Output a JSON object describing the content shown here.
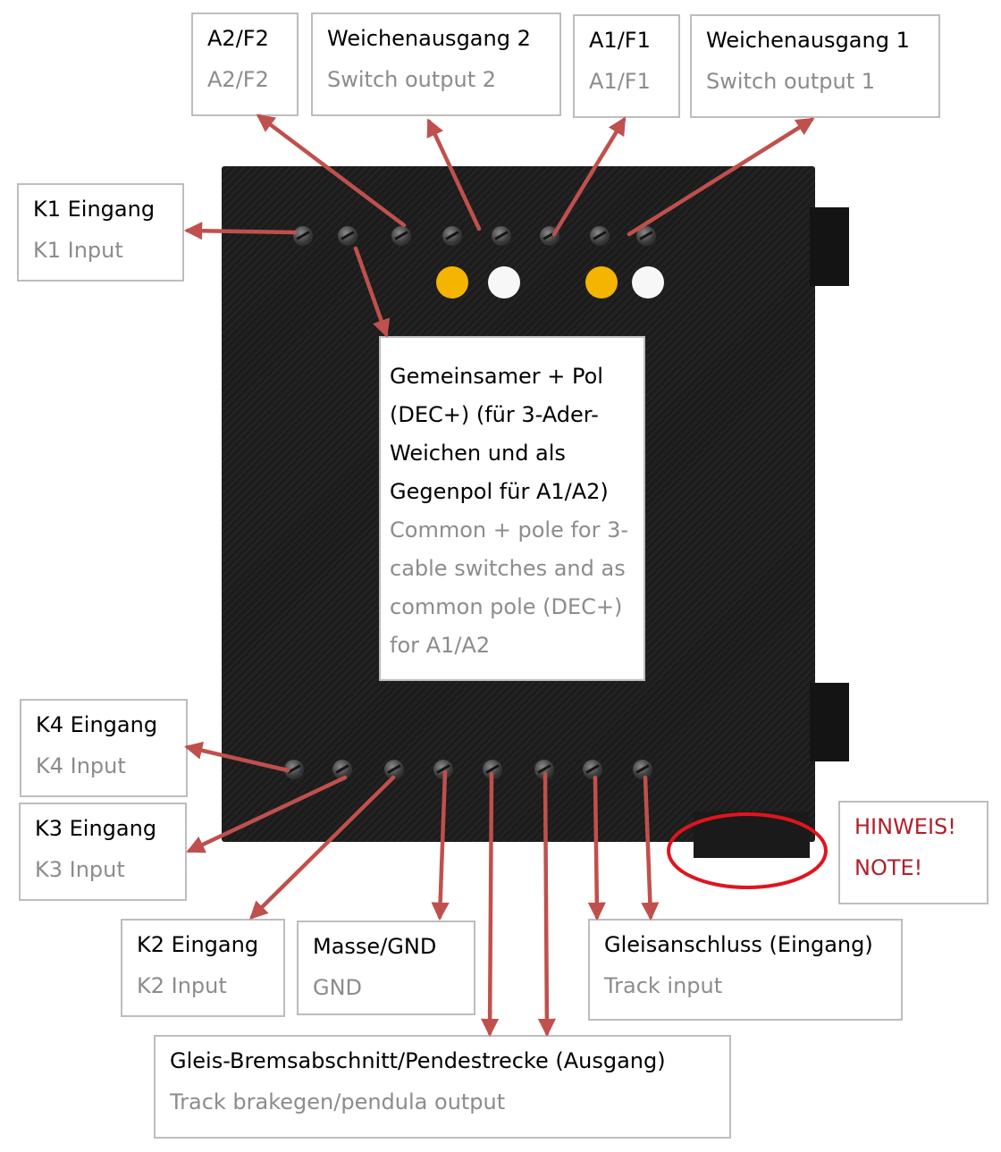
{
  "labels": {
    "a2f2": {
      "de": "A2/F2",
      "en": "A2/F2"
    },
    "switch2": {
      "de": "Weichenausgang 2",
      "en": "Switch output 2"
    },
    "a1f1": {
      "de": "A1/F1",
      "en": "A1/F1"
    },
    "switch1": {
      "de": "Weichenausgang 1",
      "en": "Switch output 1"
    },
    "k1": {
      "de": "K1 Eingang",
      "en": "K1 Input"
    },
    "common": {
      "de": "Gemeinsamer + Pol\n(DEC+) (für 3-Ader-\nWeichen und als\nGegenpol für A1/A2)",
      "en": "Common + pole for 3-\ncable switches and as\ncommon pole (DEC+)\nfor A1/A2"
    },
    "k4": {
      "de": "K4 Eingang",
      "en": "K4 Input"
    },
    "k3": {
      "de": "K3 Eingang",
      "en": "K3 Input"
    },
    "note": {
      "de": "HINWEIS!",
      "en": "NOTE!"
    },
    "k2": {
      "de": "K2 Eingang",
      "en": "K2 Input"
    },
    "gnd": {
      "de": "Masse/GND",
      "en": "GND"
    },
    "track_in": {
      "de": "Gleisanschluss (Eingang)",
      "en": "Track input"
    },
    "track_out": {
      "de": "Gleis-Bremsabschnitt/Pendestrecke (Ausgang)",
      "en": "Track brakegen/pendula output"
    }
  },
  "colors": {
    "arrow": "#c0504d",
    "highlight_circle": "#e0141e",
    "led_yellow": "#f5b400",
    "led_white": "#f7f7f7",
    "note_text": "#b0202a"
  }
}
